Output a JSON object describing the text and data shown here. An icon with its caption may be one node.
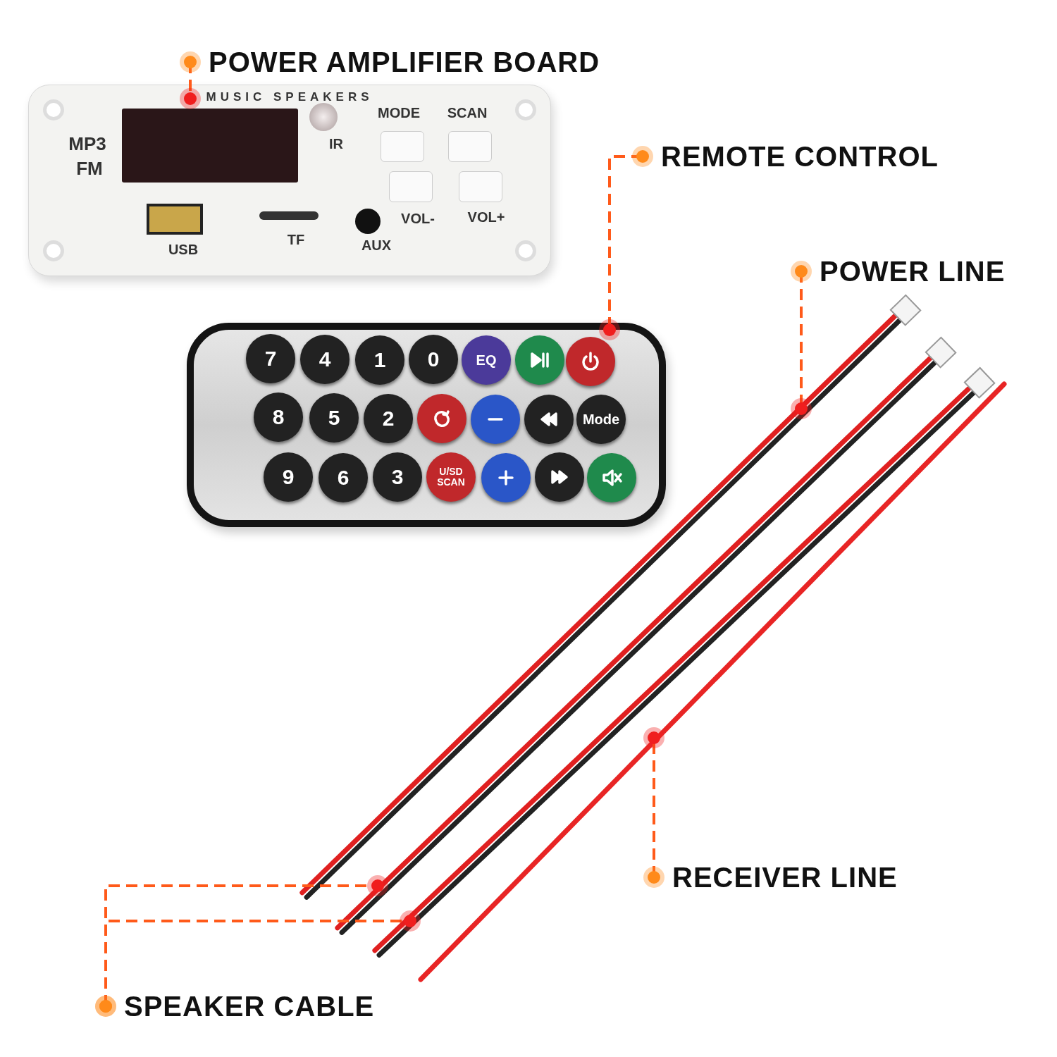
{
  "diagram": {
    "nodes": [
      {
        "text": [
          "POWER AMPLIFIER BOARD"
        ]
      },
      {
        "text": [],
        "shape": "picture"
      },
      {
        "text": [
          "REMOTE CONTROL"
        ]
      },
      {
        "text": [],
        "shape": "picture"
      },
      {
        "text": [
          "POWER LINE"
        ]
      },
      {
        "text": [],
        "shape": "picture"
      },
      {
        "text": [
          "RECEIVER LINE"
        ]
      },
      {
        "text": [],
        "shape": "picture"
      },
      {
        "text": [
          "SPEAKER CABLE"
        ]
      },
      {
        "text": [],
        "shape": "picture"
      },
      {
        "text": [],
        "shape": "picture"
      }
    ],
    "edges": [
      {
        "from": 0,
        "to": 1,
        "arrow": "other",
        "style": "dashed"
      },
      {
        "from": 2,
        "to": 3,
        "arrow": "other",
        "style": "dashed"
      },
      {
        "from": 4,
        "to": 5,
        "arrow": "other",
        "style": "dashed"
      },
      {
        "from": 6,
        "to": 7,
        "arrow": "other",
        "style": "dashed"
      },
      {
        "from": 8,
        "to": 9,
        "arrow": "other",
        "style": "dashed"
      },
      {
        "from": 8,
        "to": 10,
        "arrow": "other",
        "style": "dashed"
      }
    ],
    "labels": [
      "MUSIC SPEAKERS",
      "IR",
      "SCAN",
      "MODE",
      "VOL+",
      "VOL-",
      "AUX",
      "TF",
      "MP3",
      "FM",
      "USB",
      "Mode",
      "EQ",
      "0",
      "1",
      "4",
      "2",
      "U/SD SCAN",
      "7",
      "5",
      "3",
      "8",
      "6",
      "9"
    ]
  }
}
